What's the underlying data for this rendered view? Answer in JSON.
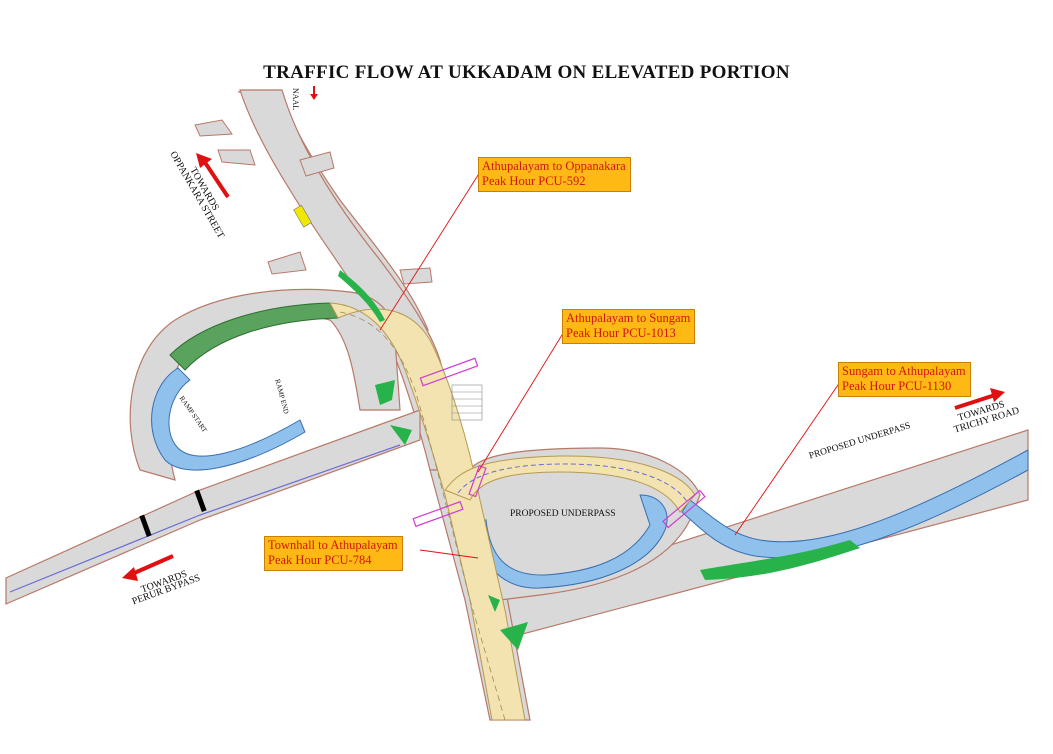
{
  "title": "TRAFFIC FLOW AT UKKADAM ON ELEVATED PORTION",
  "callouts": {
    "c1": {
      "line1": "Athupalayam to Oppanakara",
      "line2": "Peak Hour PCU-592"
    },
    "c2": {
      "line1": "Athupalayam to Sungam",
      "line2": "Peak Hour PCU-1013"
    },
    "c3": {
      "line1": "Sungam to Athupalayam",
      "line2": "Peak Hour PCU-1130"
    },
    "c4": {
      "line1": "Townhall to Athupalayam",
      "line2": "Peak Hour PCU-784"
    }
  },
  "labels": {
    "proposed_underpass_center": "PROPOSED UNDERPASS",
    "proposed_underpass_right": "PROPOSED UNDERPASS",
    "towards_oppanakara_1": "TOWARDS",
    "towards_oppanakara_2": "OPPANKARA STREET",
    "towards_trichy_1": "TOWARDS",
    "towards_trichy_2": "TRICHY ROAD",
    "towards_perur_1": "TOWARDS",
    "towards_perur_2": "PERUR BYPASS",
    "ramp_start": "RAMP START",
    "ramp_end": "RAMP END",
    "top_road": "NAAL"
  },
  "colors": {
    "road": "#d9d9d9",
    "road_edge": "#b87968",
    "elevated": "#f3e3b0",
    "underpass": "#8fc1ec",
    "green_ramp": "#5aa35d",
    "island": "#27b34a",
    "callout_bg": "#ffb914",
    "callout_text": "#d0160f",
    "arrow": "#e01010"
  }
}
